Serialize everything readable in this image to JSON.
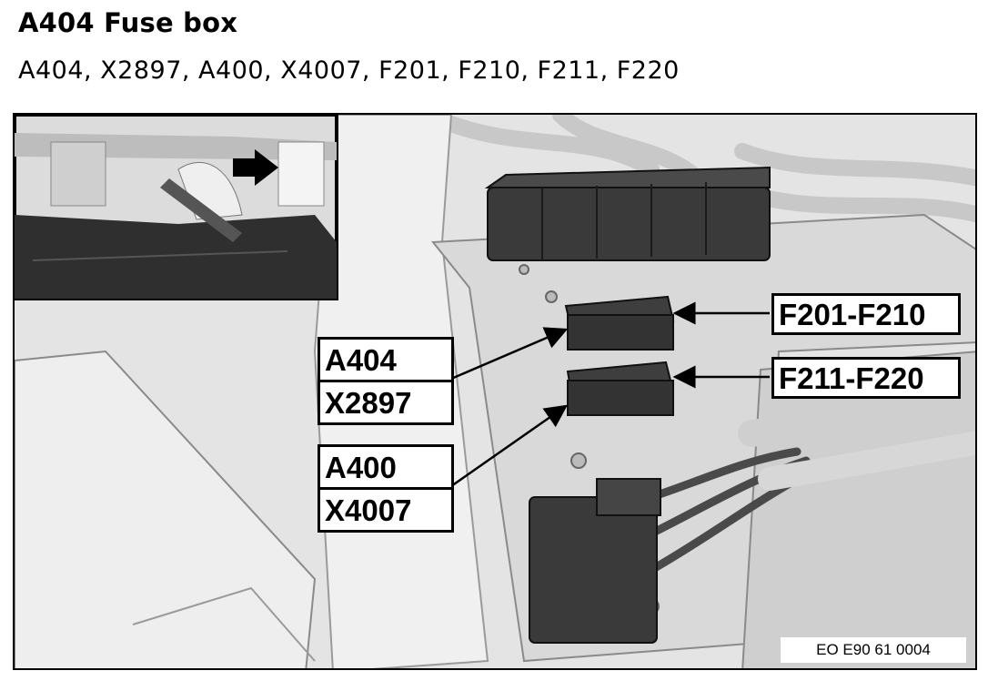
{
  "heading": {
    "title": "A404 Fuse box",
    "subtitle": "A404, X2897, A400, X4007, F201, F210, F211, F220"
  },
  "diagram": {
    "labels": {
      "a404": "A404",
      "x2897": "X2897",
      "a400": "A400",
      "x4007": "X4007",
      "f201_f210": "F201-F210",
      "f211_f220": "F211-F220"
    },
    "reference": "EO E90 61 0004"
  }
}
